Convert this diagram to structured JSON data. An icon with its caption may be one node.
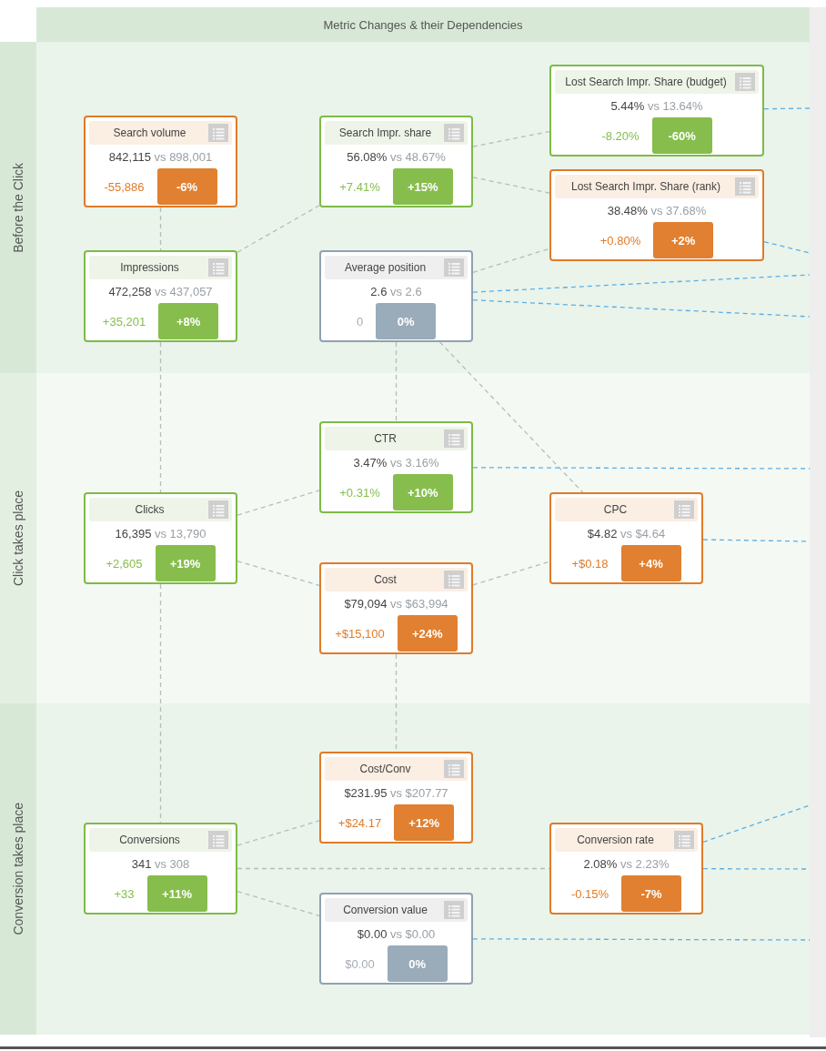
{
  "diagram": {
    "nodes": [
      {
        "text": [
          "Metric Changes & their Dependencies"
        ]
      },
      {
        "text": [
          "Before the Click"
        ]
      },
      {
        "text": [
          "Search volume",
          "842,115",
          "vs 898,001",
          "-55,886",
          "-6%"
        ],
        "in": 1
      },
      {
        "text": [
          "Impressions",
          "472,258",
          "vs 437,057",
          "+35,201",
          "+8%"
        ],
        "in": 1
      },
      {
        "text": [
          "Search Impr. share",
          "56.08%",
          "vs 48.67%",
          "+7.41%",
          "+15%"
        ],
        "in": 1
      },
      {
        "text": [
          "Average position",
          "2.6",
          "vs 2.6",
          "0",
          "0%"
        ],
        "in": 1
      },
      {
        "text": [
          "Lost Search Impr. Share (budget)",
          "5.44%",
          "vs 13.64%",
          "-8.20%",
          "-60%"
        ],
        "in": 1
      },
      {
        "text": [
          "Lost Search Impr. Share (rank)",
          "38.48%",
          "vs 37.68%",
          "+0.80%",
          "+2%"
        ],
        "in": 1
      },
      {
        "text": [
          "Click takes place"
        ]
      },
      {
        "text": [
          "Clicks",
          "16,395",
          "vs 13,790",
          "+2,605",
          "+19%"
        ],
        "in": 8
      },
      {
        "text": [
          "CTR",
          "3.47%",
          "vs 3.16%",
          "+0.31%",
          "+10%"
        ],
        "in": 8
      },
      {
        "text": [
          "Cost",
          "$79,094",
          "vs $63,994",
          "+$15,100",
          "+24%"
        ],
        "in": 8
      },
      {
        "text": [
          "CPC",
          "$4.82",
          "vs $4.64",
          "+$0.18",
          "+4%"
        ],
        "in": 8
      },
      {
        "text": [
          "Conversion takes place"
        ]
      },
      {
        "text": [
          "Cost/Conv",
          "$231.95",
          "vs $207.77",
          "+$24.17",
          "+12%"
        ],
        "in": 13
      },
      {
        "text": [
          "Conversions",
          "341",
          "vs 308",
          "+33",
          "+11%"
        ],
        "in": 13
      },
      {
        "text": [
          "Conversion rate",
          "2.08%",
          "vs 2.23%",
          "-0.15%",
          "-7%"
        ],
        "in": 13
      },
      {
        "text": [
          "Conversion value",
          "$0.00",
          "vs $0.00",
          "$0.00",
          "0%"
        ],
        "in": 13
      },
      {
        "text": [],
        "shape": "bar"
      }
    ],
    "edges": [
      {
        "from": 2,
        "to": 3,
        "arrow": "none",
        "style": "dashed"
      },
      {
        "from": 3,
        "to": 4,
        "arrow": "none",
        "style": "dashed"
      },
      {
        "from": 4,
        "to": 6,
        "arrow": "none",
        "style": "dashed"
      },
      {
        "from": 4,
        "to": 7,
        "arrow": "none",
        "style": "dashed"
      },
      {
        "from": 5,
        "to": 7,
        "arrow": "none",
        "style": "dashed"
      },
      {
        "from": 5,
        "to": 10,
        "arrow": "none",
        "style": "dashed"
      },
      {
        "from": 5,
        "to": 12,
        "arrow": "none",
        "style": "dashed"
      },
      {
        "from": 3,
        "to": 9,
        "arrow": "none",
        "style": "dashed"
      },
      {
        "from": 9,
        "to": 10,
        "arrow": "none",
        "style": "dashed"
      },
      {
        "from": 9,
        "to": 11,
        "arrow": "none",
        "style": "dashed"
      },
      {
        "from": 11,
        "to": 12,
        "arrow": "none",
        "style": "dashed"
      },
      {
        "from": 11,
        "to": 14,
        "arrow": "none",
        "style": "dashed"
      },
      {
        "from": 9,
        "to": 15,
        "arrow": "none",
        "style": "dashed"
      },
      {
        "from": 15,
        "to": 14,
        "arrow": "none",
        "style": "dashed"
      },
      {
        "from": 15,
        "to": 16,
        "arrow": "none",
        "style": "dashed"
      },
      {
        "from": 15,
        "to": 17,
        "arrow": "none",
        "style": "dashed"
      },
      {
        "from": 6,
        "to": 18,
        "arrow": "none",
        "style": "dashed",
        "color": "#5aaee8"
      },
      {
        "from": 7,
        "to": 18,
        "arrow": "none",
        "style": "dashed",
        "color": "#5aaee8"
      },
      {
        "from": 5,
        "to": 18,
        "arrow": "none",
        "style": "dashed",
        "color": "#5aaee8"
      },
      {
        "from": 5,
        "to": 18,
        "arrow": "none",
        "style": "dashed",
        "color": "#5aaee8"
      },
      {
        "from": 10,
        "to": 18,
        "arrow": "none",
        "style": "dashed",
        "color": "#5aaee8"
      },
      {
        "from": 12,
        "to": 18,
        "arrow": "none",
        "style": "dashed",
        "color": "#5aaee8"
      },
      {
        "from": 16,
        "to": 18,
        "arrow": "none",
        "style": "dashed",
        "color": "#5aaee8"
      },
      {
        "from": 16,
        "to": 18,
        "arrow": "none",
        "style": "dashed",
        "color": "#5aaee8"
      },
      {
        "from": 17,
        "to": 18,
        "arrow": "none",
        "style": "dashed",
        "color": "#5aaee8"
      }
    ]
  }
}
